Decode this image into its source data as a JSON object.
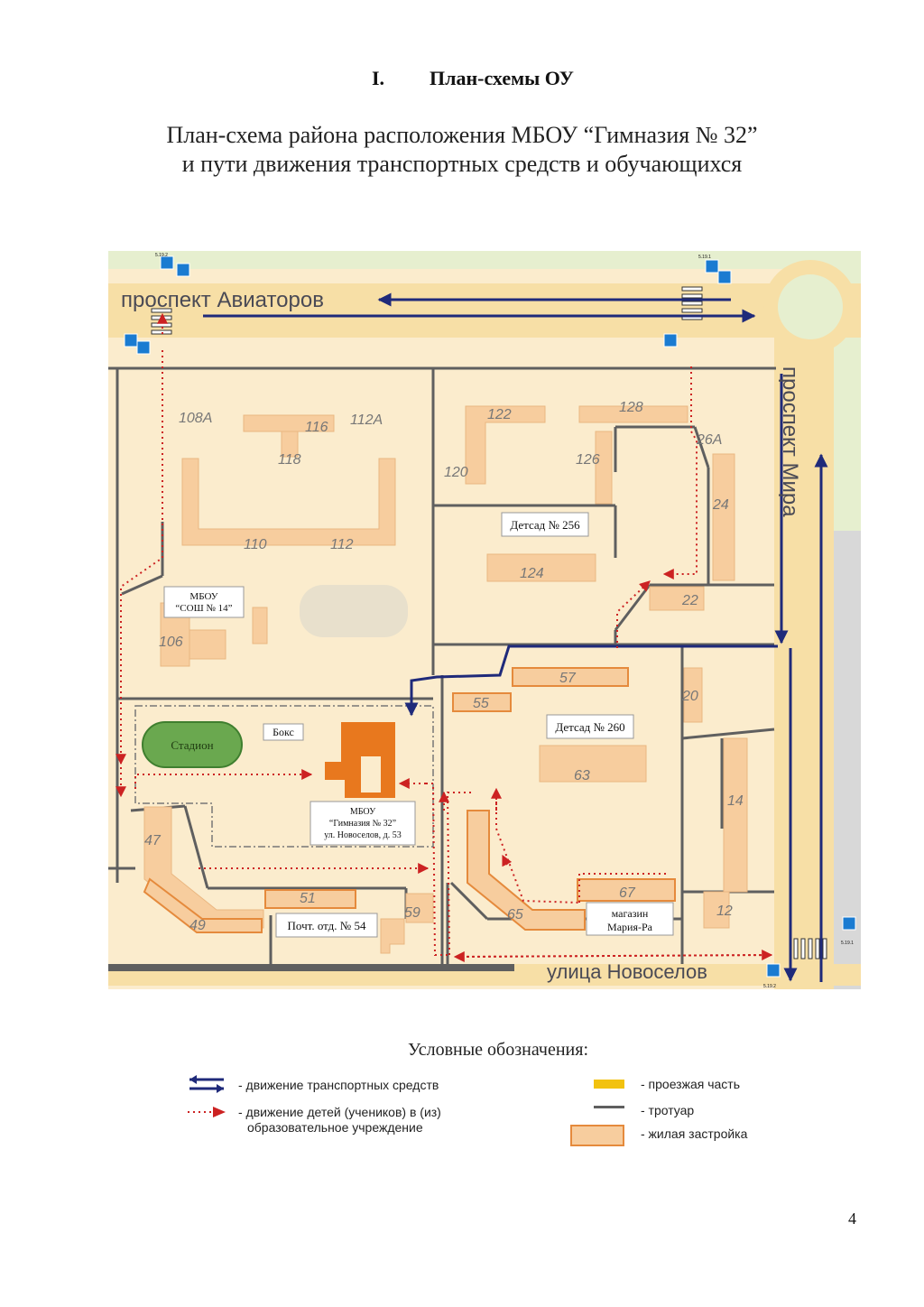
{
  "heading": {
    "number": "I.",
    "text": "План-схемы ОУ"
  },
  "map_title": {
    "line1": "План-схема района расположения МБОУ “Гимназия № 32”",
    "line2": "и пути движения транспортных средств и обучающихся"
  },
  "streets": {
    "aviatorov": "проспект Авиаторов",
    "mira": "проспект Мира",
    "novoselov": "улица Новоселов"
  },
  "house_numbers": [
    "108А",
    "116",
    "112А",
    "118",
    "110",
    "112",
    "106",
    "122",
    "128",
    "120",
    "126",
    "26А",
    "24",
    "124",
    "22",
    "57",
    "55",
    "20",
    "63",
    "14",
    "47",
    "51",
    "59",
    "49",
    "65",
    "67",
    "12"
  ],
  "labels": {
    "kindergarten_256": "Детсад № 256",
    "school_14": [
      "МБОУ",
      "“СОШ № 14”"
    ],
    "stadium": "Стадион",
    "box": "Бокс",
    "kindergarten_260": "Детсад № 260",
    "gymnasium": [
      "МБОУ",
      "“Гимназия № 32”",
      "ул. Новоселов, д. 53"
    ],
    "post_office": "Почт. отд. № 54",
    "shop": [
      "магазин",
      "Мария-Ра"
    ]
  },
  "sign_codes": [
    "5.19.1",
    "5.19.2"
  ],
  "colors": {
    "background": "#fbeccd",
    "building": "#f7cd9e",
    "building_stroke": "#eab781",
    "road": "#f7dfa6",
    "sidewalk": "#5f5f5f",
    "vehicle_arrow": "#1f2a7a",
    "student_path": "#cc2222",
    "school": "#e8781e",
    "stadium": "#6aa84f",
    "park": "#e6efcf"
  },
  "legend": {
    "title": "Условные обозначения:",
    "vehicles": "- движение транспортных средств",
    "students_line1": "- движение детей (учеников) в (из)",
    "students_line2": "образовательное учреждение",
    "roadway": "- проезжая часть",
    "sidewalk": "- тротуар",
    "residential": "- жилая застройка"
  },
  "page_number": "4"
}
